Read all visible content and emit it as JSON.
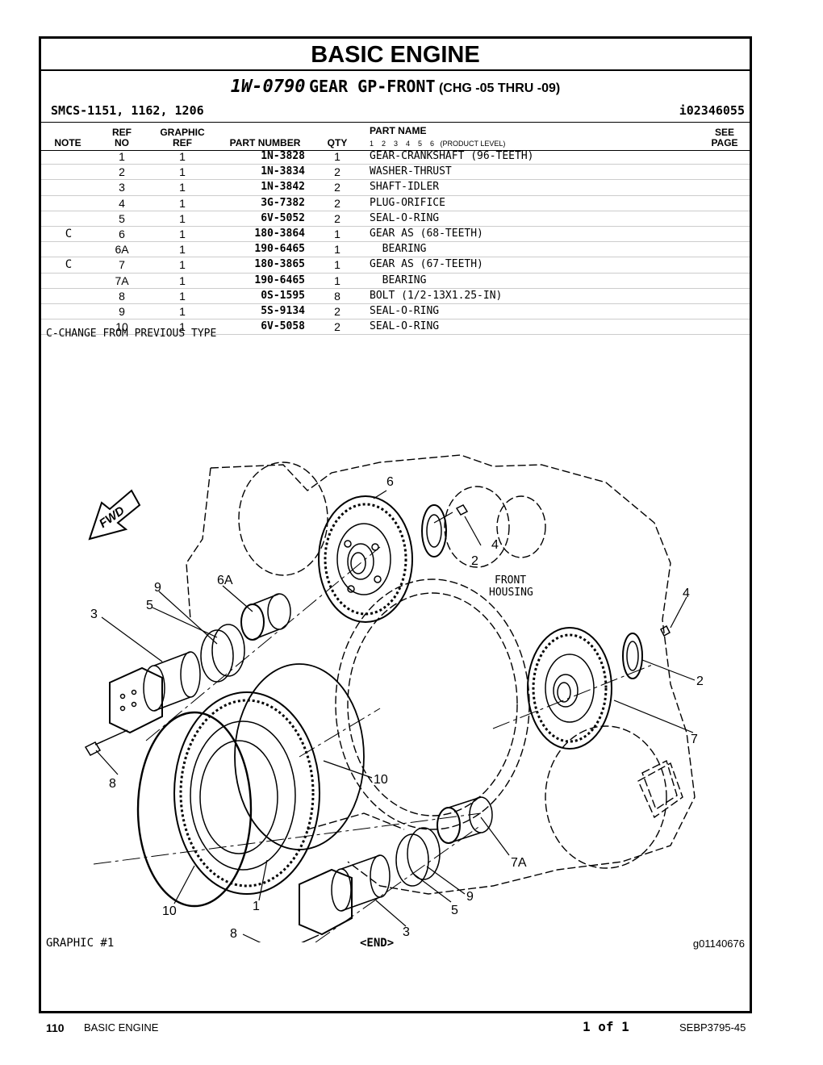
{
  "title": "BASIC ENGINE",
  "subtitle": {
    "part_no": "1W-0790",
    "name": "GEAR GP-FRONT",
    "change": "(CHG -05 THRU -09)"
  },
  "smcs": "SMCS-1151, 1162, 1206",
  "illustration_id": "i02346055",
  "headers": {
    "note": "NOTE",
    "ref_no": [
      "REF",
      "NO"
    ],
    "graphic_ref": [
      "GRAPHIC",
      "REF"
    ],
    "part_number": "PART NUMBER",
    "qty": "QTY",
    "part_name": "PART NAME",
    "product_levels": "1    2    3    4    5    6   (PRODUCT LEVEL)",
    "see_page": [
      "SEE",
      "PAGE"
    ]
  },
  "rows": [
    {
      "note": "",
      "ref": "1",
      "gref": "1",
      "pn": "1N-3828",
      "qty": "1",
      "name": "GEAR-CRANKSHAFT (96-TEETH)"
    },
    {
      "note": "",
      "ref": "2",
      "gref": "1",
      "pn": "1N-3834",
      "qty": "2",
      "name": "WASHER-THRUST"
    },
    {
      "note": "",
      "ref": "3",
      "gref": "1",
      "pn": "1N-3842",
      "qty": "2",
      "name": "SHAFT-IDLER"
    },
    {
      "note": "",
      "ref": "4",
      "gref": "1",
      "pn": "3G-7382",
      "qty": "2",
      "name": "PLUG-ORIFICE"
    },
    {
      "note": "",
      "ref": "5",
      "gref": "1",
      "pn": "6V-5052",
      "qty": "2",
      "name": "SEAL-O-RING"
    },
    {
      "note": "C",
      "ref": "6",
      "gref": "1",
      "pn": "180-3864",
      "qty": "1",
      "name": "GEAR AS (68-TEETH)"
    },
    {
      "note": "",
      "ref": "6A",
      "gref": "1",
      "pn": "190-6465",
      "qty": "1",
      "name": "  BEARING"
    },
    {
      "note": "C",
      "ref": "7",
      "gref": "1",
      "pn": "180-3865",
      "qty": "1",
      "name": "GEAR AS (67-TEETH)"
    },
    {
      "note": "",
      "ref": "7A",
      "gref": "1",
      "pn": "190-6465",
      "qty": "1",
      "name": "  BEARING"
    },
    {
      "note": "",
      "ref": "8",
      "gref": "1",
      "pn": "0S-1595",
      "qty": "8",
      "name": "BOLT (1/2-13X1.25-IN)"
    },
    {
      "note": "",
      "ref": "9",
      "gref": "1",
      "pn": "5S-9134",
      "qty": "2",
      "name": "SEAL-O-RING"
    },
    {
      "note": "",
      "ref": "10",
      "gref": "1",
      "pn": "6V-5058",
      "qty": "2",
      "name": "SEAL-O-RING"
    }
  ],
  "footnote": "C-CHANGE FROM PREVIOUS TYPE",
  "diagram": {
    "fwd": "FWD",
    "housing_label": [
      "FRONT",
      "HOUSING"
    ],
    "callouts": [
      "6",
      "4",
      "2",
      "9",
      "6A",
      "5",
      "3",
      "4",
      "2",
      "7",
      "8",
      "10",
      "7A",
      "9",
      "5",
      "10",
      "1",
      "3",
      "8"
    ]
  },
  "graphic_label": "GRAPHIC #1",
  "end_label": "<END>",
  "graphic_id": "g01140676",
  "footer": {
    "page": "110",
    "section": "BASIC ENGINE",
    "page_of": "1 of 1",
    "doc": "SEBP3795-45"
  }
}
